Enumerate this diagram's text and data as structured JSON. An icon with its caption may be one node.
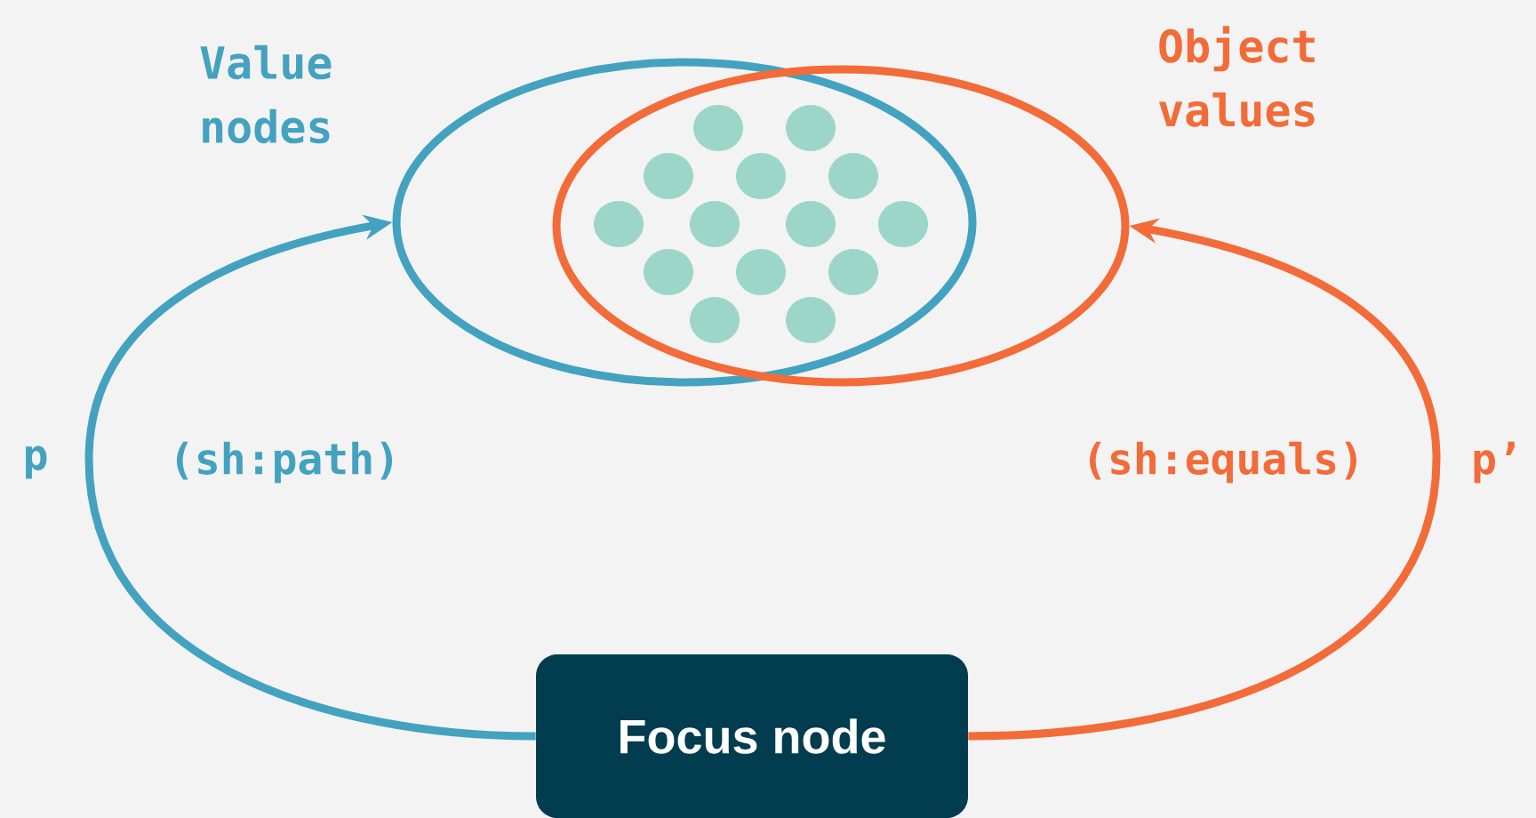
{
  "diagram": {
    "nodes": [
      {
        "text": [
          "Focus node"
        ]
      },
      {
        "text": [
          "Value nodes"
        ]
      },
      {
        "text": [
          "Object values"
        ]
      }
    ],
    "edges": [
      {
        "from": 0,
        "to": 1,
        "arrow": "to",
        "color": "#43a2c0"
      },
      {
        "from": 0,
        "to": 2,
        "arrow": "to",
        "color": "#f26b38"
      }
    ],
    "labels": [
      "p",
      "(sh:path)",
      "(sh:equals)",
      "p’"
    ]
  }
}
